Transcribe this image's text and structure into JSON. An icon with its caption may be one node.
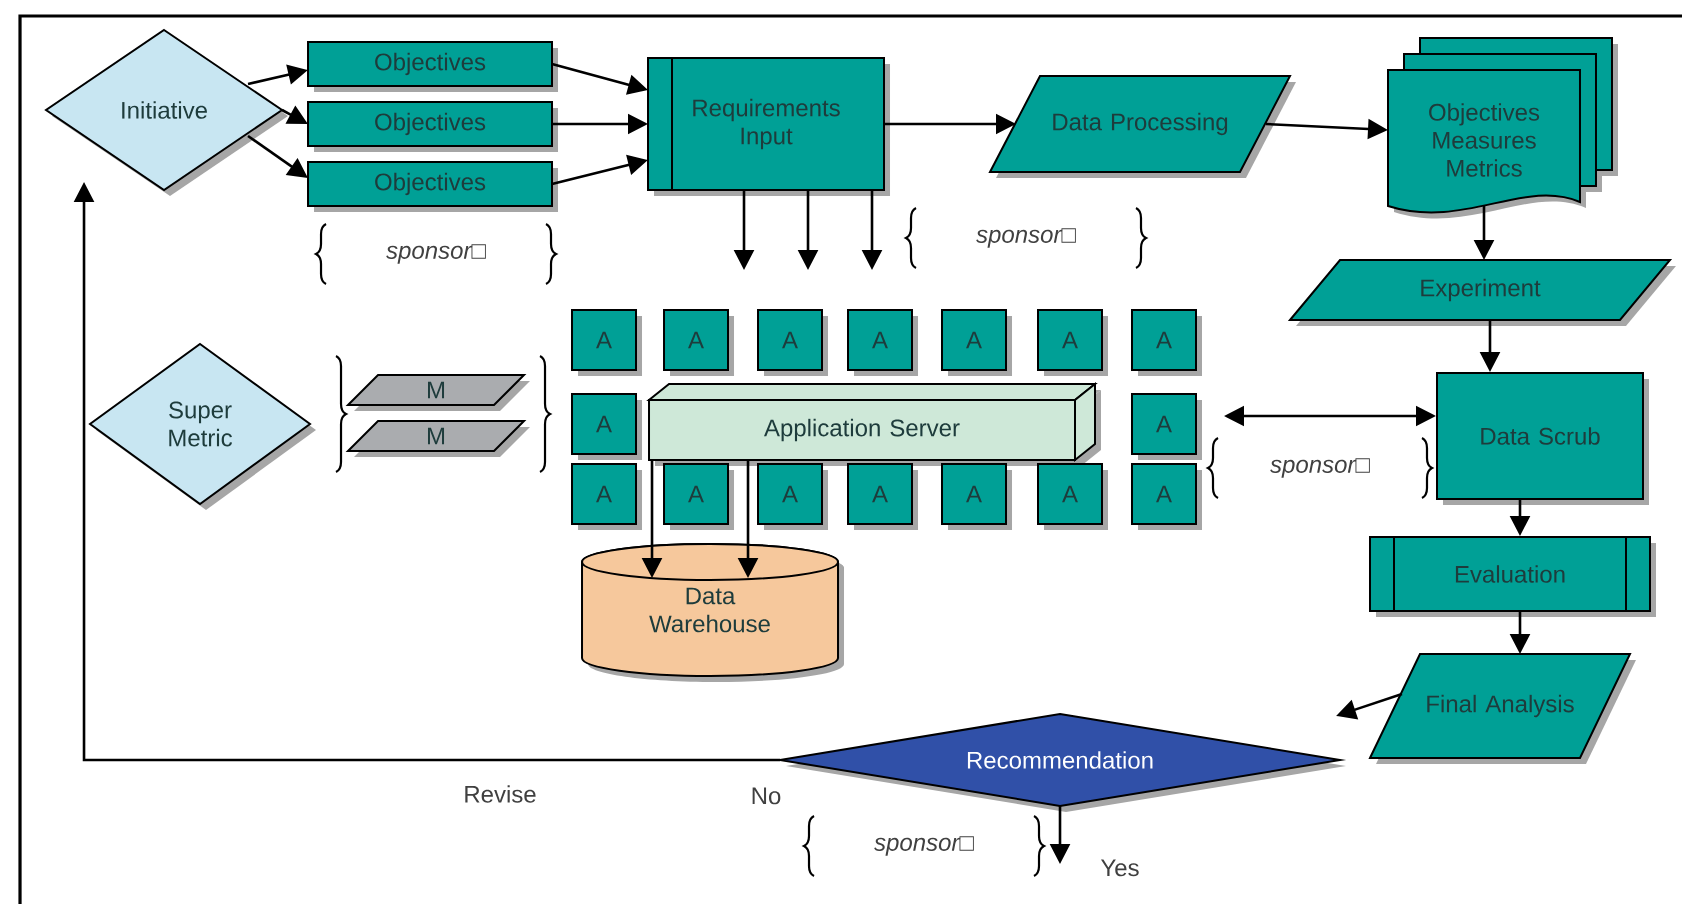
{
  "diagram": {
    "nodes": [
      {
        "text": [
          "Initiative"
        ]
      },
      {
        "text": [
          "Objectives"
        ]
      },
      {
        "text": [
          "Objectives"
        ]
      },
      {
        "text": [
          "Objectives"
        ]
      },
      {
        "text": [
          "Requirements Input"
        ]
      },
      {
        "text": [
          "Data Processing"
        ]
      },
      {
        "text": [
          "Objectives Measures Metrics"
        ]
      },
      {
        "text": [
          "Experiment"
        ]
      },
      {
        "text": [
          "Data Scrub"
        ]
      },
      {
        "text": [
          "Evaluation"
        ]
      },
      {
        "text": [
          "Final Analysis"
        ]
      },
      {
        "text": [
          "Recommendation"
        ]
      },
      {
        "text": [
          "Super Metric"
        ]
      },
      {
        "text": [
          "M"
        ]
      },
      {
        "text": [
          "M"
        ]
      },
      {
        "text": [
          "Application Server"
        ]
      },
      {
        "text": [
          "A"
        ]
      },
      {
        "text": [
          "A"
        ]
      },
      {
        "text": [
          "A"
        ]
      },
      {
        "text": [
          "A"
        ]
      },
      {
        "text": [
          "A"
        ]
      },
      {
        "text": [
          "A"
        ]
      },
      {
        "text": [
          "A"
        ]
      },
      {
        "text": [
          "A"
        ]
      },
      {
        "text": [
          "A"
        ]
      },
      {
        "text": [
          "A"
        ]
      },
      {
        "text": [
          "A"
        ]
      },
      {
        "text": [
          "A"
        ]
      },
      {
        "text": [
          "A"
        ]
      },
      {
        "text": [
          "A"
        ]
      },
      {
        "text": [
          "A"
        ]
      },
      {
        "text": [
          "A"
        ]
      },
      {
        "text": [
          "Data Warehouse"
        ]
      }
    ],
    "edges": [
      {
        "from": 0,
        "to": 1,
        "arrow": "to"
      },
      {
        "from": 0,
        "to": 2,
        "arrow": "to"
      },
      {
        "from": 0,
        "to": 3,
        "arrow": "to"
      },
      {
        "from": 1,
        "to": 4,
        "arrow": "to"
      },
      {
        "from": 2,
        "to": 4,
        "arrow": "to"
      },
      {
        "from": 3,
        "to": 4,
        "arrow": "to"
      },
      {
        "from": 4,
        "to": 5,
        "arrow": "to"
      },
      {
        "from": 5,
        "to": 6,
        "arrow": "to"
      },
      {
        "from": 6,
        "to": 7,
        "arrow": "to"
      },
      {
        "from": 7,
        "to": 8,
        "arrow": "to"
      },
      {
        "from": 8,
        "to": 9,
        "arrow": "to"
      },
      {
        "from": 9,
        "to": 10,
        "arrow": "to"
      },
      {
        "from": 10,
        "to": null,
        "arrow": "to"
      },
      {
        "from": 11,
        "to": 0,
        "arrow": "to",
        "label": "Revise"
      },
      {
        "from": 11,
        "to": null,
        "arrow": "to",
        "label": "Yes"
      },
      {
        "from": 4,
        "to": null,
        "arrow": "to"
      },
      {
        "from": 4,
        "to": null,
        "arrow": "to"
      },
      {
        "from": 4,
        "to": null,
        "arrow": "to"
      },
      {
        "from": 24,
        "to": 8,
        "arrow": "both"
      },
      {
        "from": 15,
        "to": 32,
        "arrow": "to"
      },
      {
        "from": 15,
        "to": 32,
        "arrow": "to"
      }
    ],
    "labels": [
      "sponsor□",
      "sponsor□",
      "sponsor□",
      "No",
      "sponsor□"
    ]
  }
}
